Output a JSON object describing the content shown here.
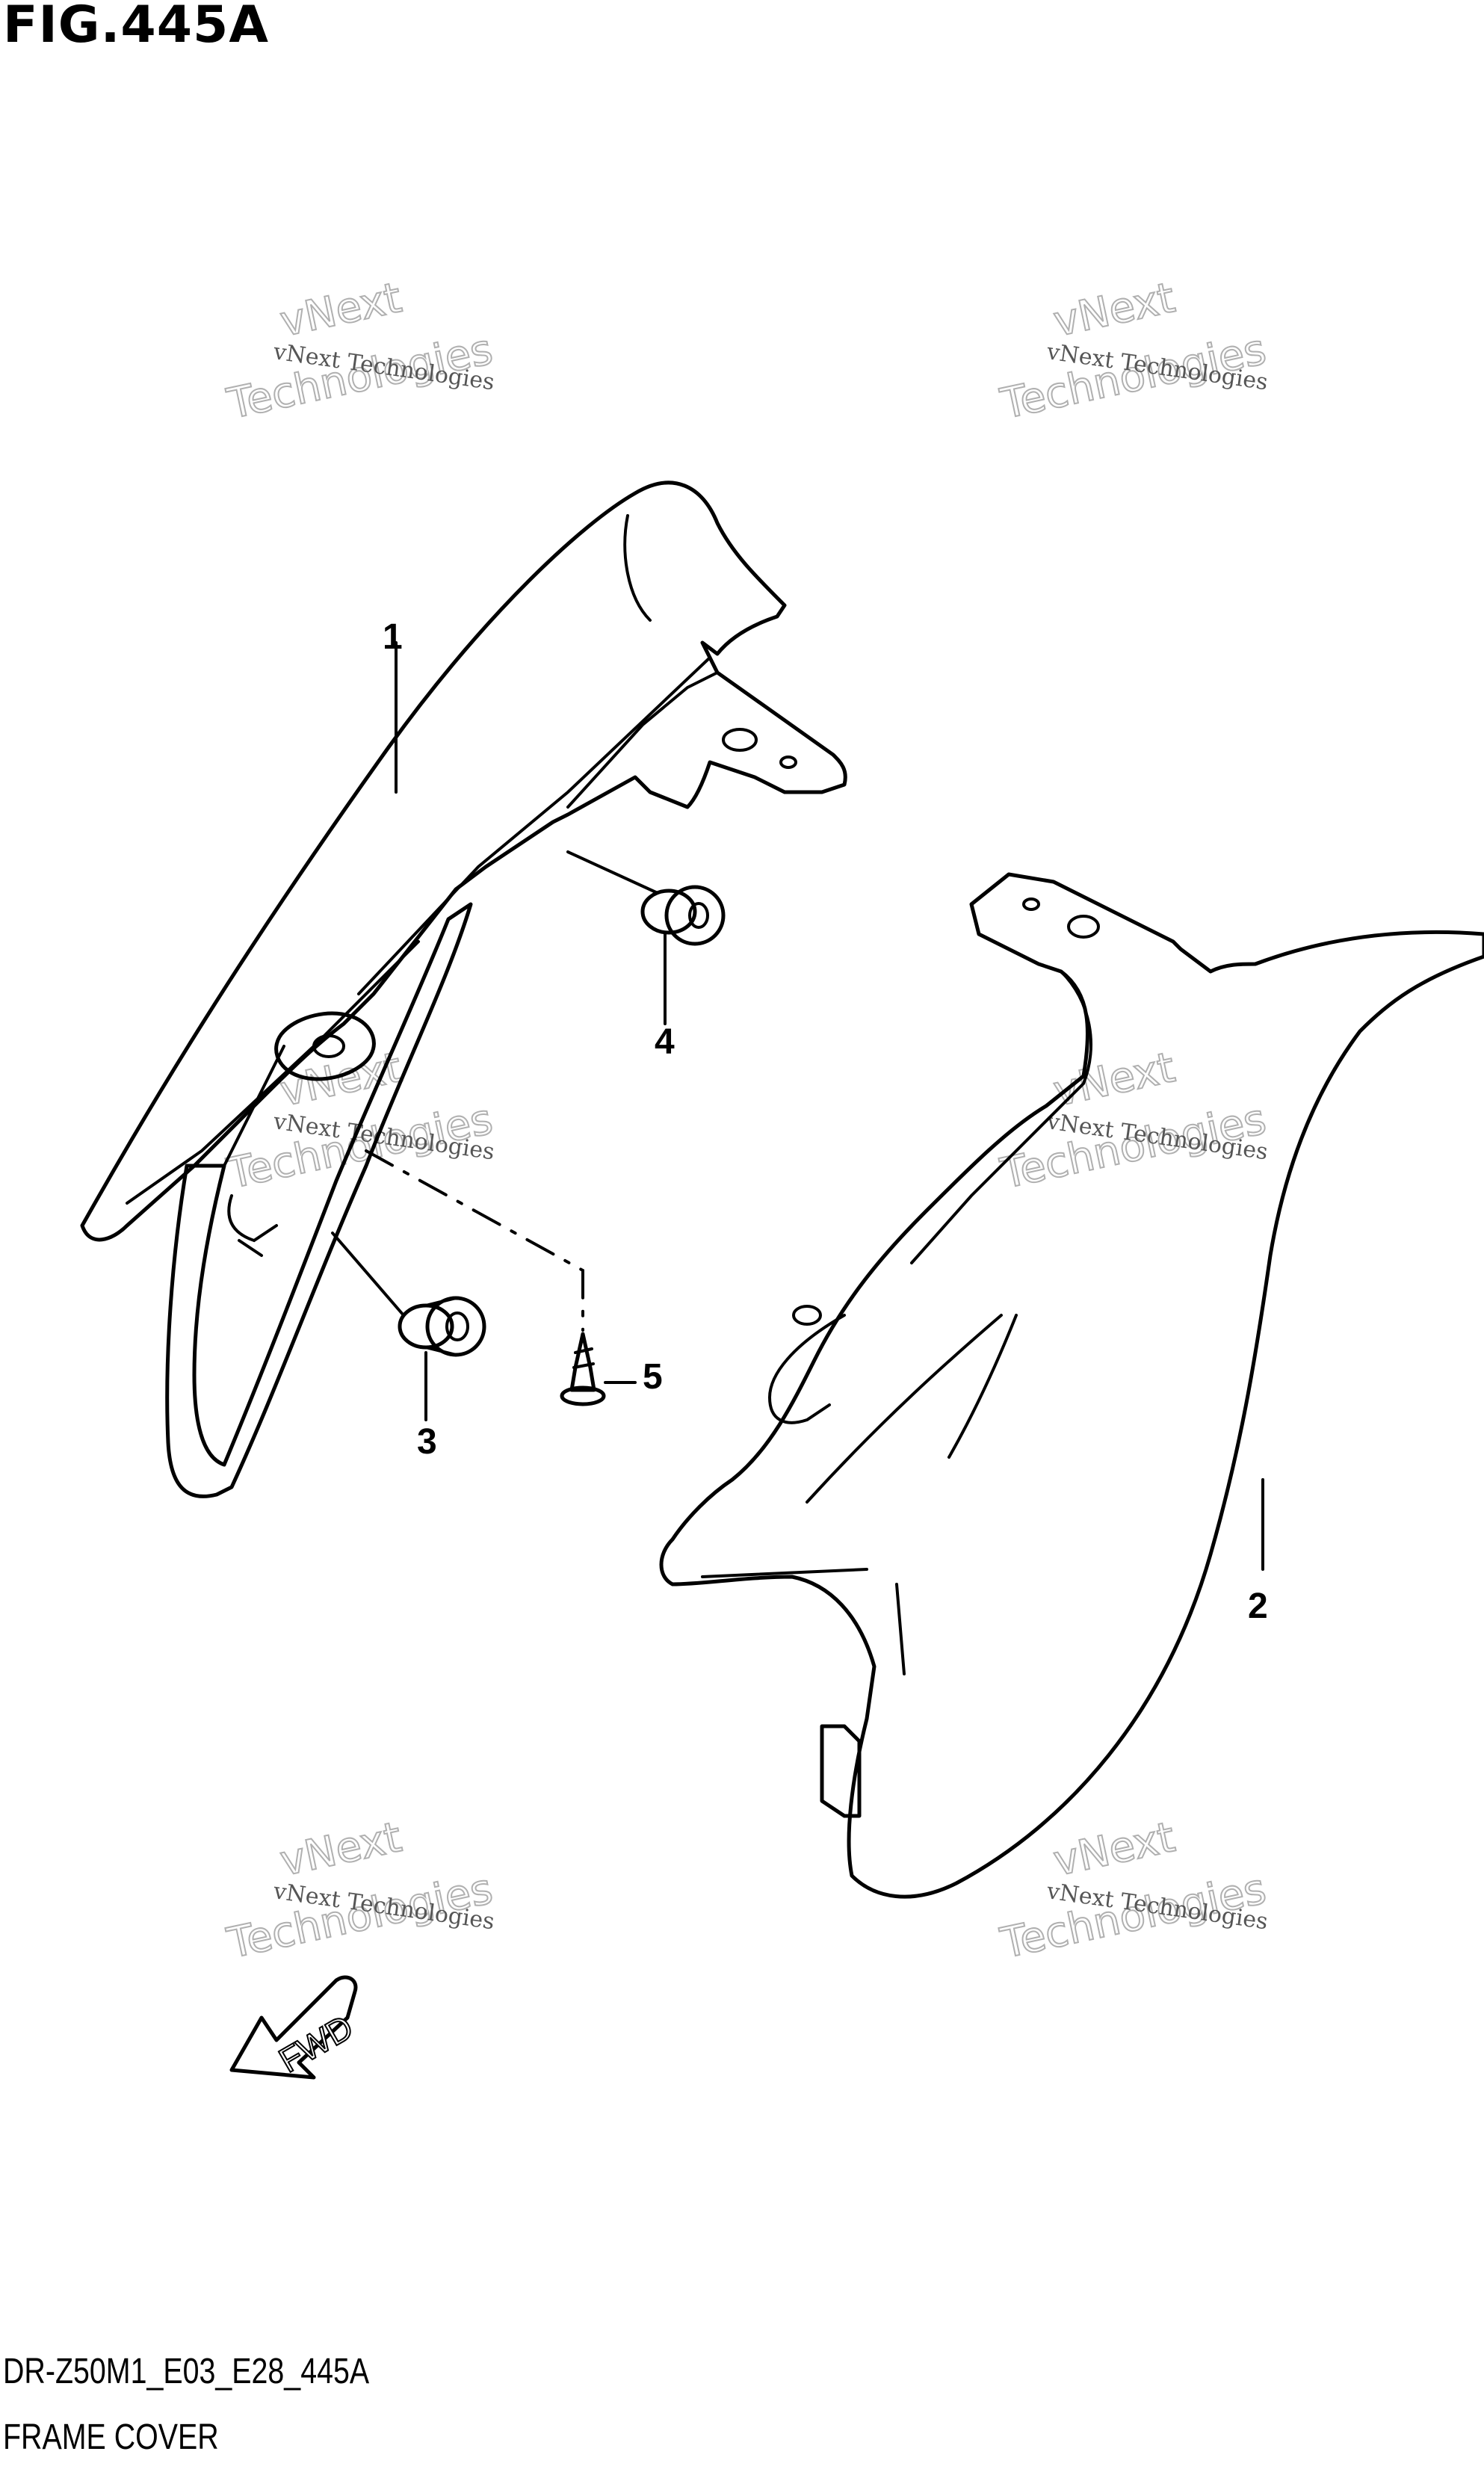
{
  "figure": {
    "title": "FIG.445A",
    "code": "DR-Z50M1_E03_E28_445A",
    "name": "FRAME COVER"
  },
  "watermark": {
    "line1": "vNext Technologies",
    "line2": "vNext",
    "line3": "Technologies"
  },
  "callouts": [
    "1",
    "2",
    "3",
    "4",
    "5"
  ],
  "fwd_label": "FWD",
  "icons": {
    "fwd_arrow": "arrow-left-down-icon"
  }
}
